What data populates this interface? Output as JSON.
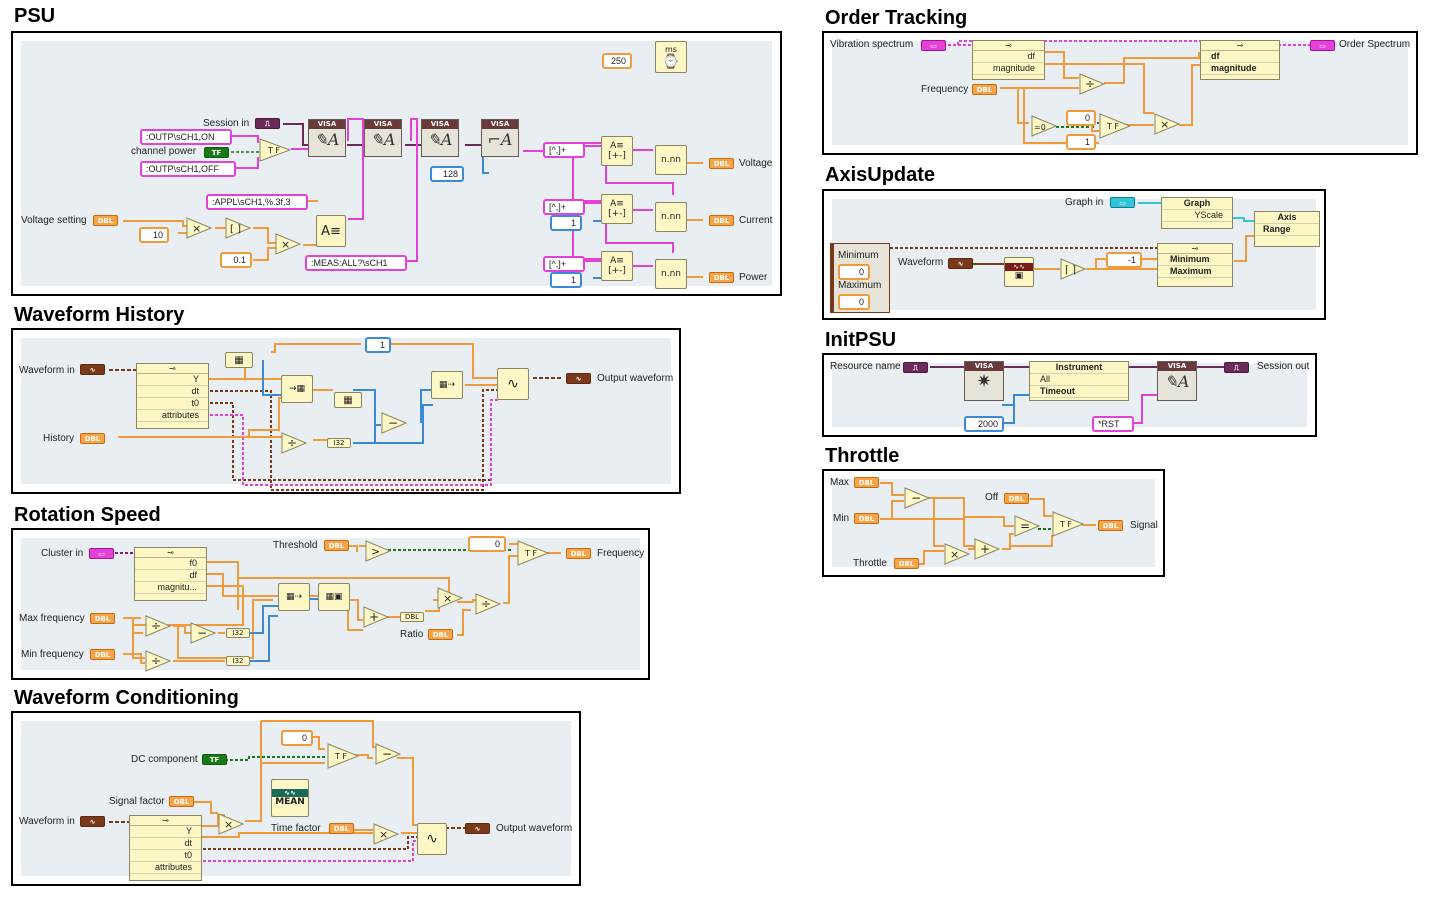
{
  "sections": {
    "psu": {
      "title": "PSU",
      "labels": {
        "session_in": "Session in",
        "channel_power": "channel power",
        "voltage_setting": "Voltage setting",
        "voltage": "Voltage",
        "current": "Current",
        "power": "Power"
      },
      "strings": {
        "outp_on": ":OUTP\\sCH1,ON",
        "outp_off": ":OUTP\\sCH1,OFF",
        "appl": ":APPL\\sCH1,%.3f,3",
        "meas": ":MEAS:ALL?\\sCH1",
        "fmt1": "[^,]+",
        "fmt2": "[^,]+",
        "fmt3": "[^,]+"
      },
      "constants": {
        "wait_ms": "250",
        "c10": "10",
        "c01": "0.1",
        "c128": "128",
        "c1a": "1",
        "c1b": "1"
      },
      "node_text": {
        "visa": "VISA",
        "wait_unit": "ms",
        "num": "n.nn"
      }
    },
    "waveform_history": {
      "title": "Waveform History",
      "labels": {
        "waveform_in": "Waveform in",
        "history": "History",
        "output_waveform": "Output waveform"
      },
      "bundle_rows": [
        "Y",
        "dt",
        "t0",
        "attributes"
      ],
      "constants": {
        "c1": "1"
      },
      "node_text": {
        "i32": "I32"
      }
    },
    "rotation_speed": {
      "title": "Rotation Speed",
      "labels": {
        "cluster_in": "Cluster in",
        "threshold": "Threshold",
        "frequency": "Frequency",
        "max_frequency": "Max frequency",
        "min_frequency": "Min frequency",
        "ratio": "Ratio"
      },
      "bundle_rows": [
        "f0",
        "df",
        "magnitu..."
      ],
      "constants": {
        "c0": "0"
      },
      "node_text": {
        "i32a": "I32",
        "i32b": "I32",
        "dbl": "DBL"
      }
    },
    "waveform_conditioning": {
      "title": "Waveform Conditioning",
      "labels": {
        "dc_component": "DC component",
        "signal_factor": "Signal factor",
        "waveform_in": "Waveform in",
        "time_factor": "Time factor",
        "output_waveform": "Output waveform"
      },
      "bundle_rows": [
        "Y",
        "dt",
        "t0",
        "attributes"
      ],
      "constants": {
        "c0": "0"
      },
      "node_text": {
        "mean": "MEAN"
      }
    },
    "order_tracking": {
      "title": "Order Tracking",
      "labels": {
        "vibration_spectrum": "Vibration spectrum",
        "frequency": "Frequency",
        "order_spectrum": "Order Spectrum"
      },
      "unbundle_rows": [
        "df",
        "magnitude"
      ],
      "bundle_rows": [
        "df",
        "magnitude"
      ],
      "constants": {
        "c0": "0",
        "c1": "1"
      },
      "node_text": {
        "eq0": "=0"
      }
    },
    "axis_update": {
      "title": "AxisUpdate",
      "labels": {
        "graph_in": "Graph in",
        "waveform": "Waveform",
        "minimum": "Minimum",
        "maximum": "Maximum"
      },
      "graph_rows": [
        "Graph",
        "YScale"
      ],
      "axis_rows": [
        "Axis",
        "Range"
      ],
      "minmax_rows": [
        "Minimum",
        "Maximum"
      ],
      "constants": {
        "neg1": "-1",
        "min0": "0",
        "max0": "0"
      }
    },
    "init_psu": {
      "title": "InitPSU",
      "labels": {
        "resource_name": "Resource name",
        "session_out": "Session out"
      },
      "instrument_rows": [
        "Instrument",
        "All",
        "Timeout"
      ],
      "constants": {
        "c2000": "2000",
        "rst": "*RST"
      },
      "node_text": {
        "visa": "VISA"
      }
    },
    "throttle": {
      "title": "Throttle",
      "labels": {
        "max": "Max",
        "min": "Min",
        "off": "Off",
        "throttle": "Throttle",
        "signal": "Signal"
      }
    }
  },
  "terminal_types": {
    "dbl": "DBL",
    "tf": "TF",
    "cluster": "▭",
    "wave": "∿",
    "visa": "⎍",
    "graph": "▭"
  },
  "colors": {
    "numeric_wire": "#f09a3a",
    "int_wire": "#3a8ad8",
    "string_wire": "#e541d8",
    "bool_wire": "#1a7a1a",
    "cluster_wire": "#8a1a80",
    "waveform_wire": "#7a3a1a",
    "node_fill": "#fdf7c6",
    "panel_bg": "#e9eef2"
  }
}
